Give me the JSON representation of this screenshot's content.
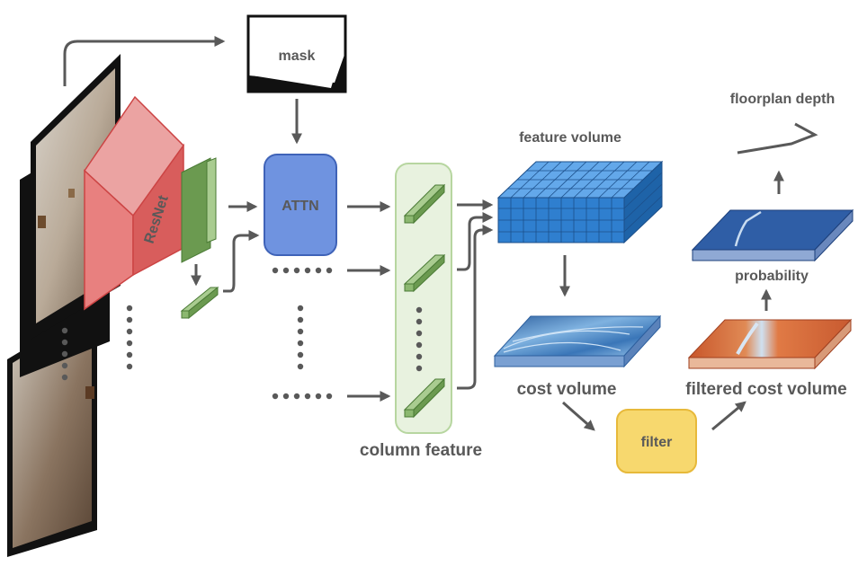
{
  "labels": {
    "mask": "mask",
    "resnet": "ResNet",
    "attn": "ATTN",
    "column_feature": "column feature",
    "feature_volume": "feature volume",
    "cost_volume": "cost volume",
    "filter": "filter",
    "filtered_cost_volume": "filtered cost volume",
    "probability": "probability",
    "floorplan_depth": "floorplan depth"
  },
  "colors": {
    "resnet": "#e8807f",
    "attn": "#6f93e0",
    "column_feature_bg": "#e8f2df",
    "feature_green": "#8cb870",
    "feature_volume": "#3f8fdc",
    "cost_volume": "#3d6fb0",
    "filtered_cost_volume": "#d9683a",
    "probability": "#2f5ea6",
    "filter": "#f7d86e",
    "arrow": "#595959"
  }
}
